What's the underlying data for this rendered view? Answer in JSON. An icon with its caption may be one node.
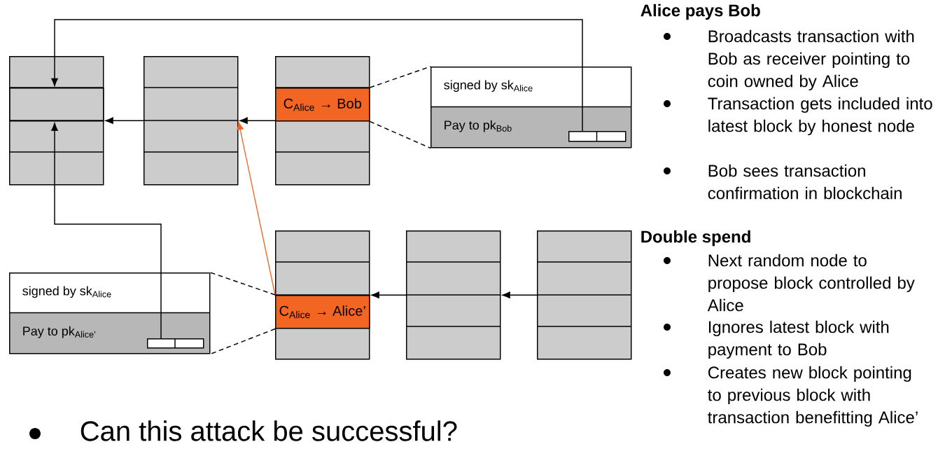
{
  "diagram": {
    "nodes": [
      {
        "text": [],
        "shape": "box"
      },
      {
        "text": [],
        "shape": "box",
        "in": 0
      },
      {
        "text": [],
        "shape": "box"
      },
      {
        "text": [],
        "shape": "box"
      },
      {
        "text": [
          "C$_{Alice}$ → Bob"
        ],
        "in": 3
      },
      {
        "text": [
          "signed by sk$_{Alice}$",
          "Pay to pk$_{Bob}$"
        ]
      },
      {
        "text": [],
        "shape": "box",
        "in": 5
      },
      {
        "text": [
          "signed by sk$_{Alice}$",
          "Pay to pk$_{Alice’}$"
        ]
      },
      {
        "text": [],
        "shape": "box",
        "in": 7
      },
      {
        "text": [],
        "shape": "box"
      },
      {
        "text": [
          "C$_{Alice}$ → Alice’"
        ],
        "in": 9
      },
      {
        "text": [],
        "shape": "box"
      },
      {
        "text": [],
        "shape": "box"
      }
    ],
    "edges": [
      {
        "from": 3,
        "to": 2,
        "arrow": "to"
      },
      {
        "from": 2,
        "to": 0,
        "arrow": "to"
      },
      {
        "from": 10,
        "to": 2,
        "arrow": "to",
        "color": "#f26522"
      },
      {
        "from": 11,
        "to": 9,
        "arrow": "to"
      },
      {
        "from": 12,
        "to": 11,
        "arrow": "to"
      },
      {
        "from": 6,
        "to": 1,
        "arrow": "to"
      },
      {
        "from": 8,
        "to": 1,
        "arrow": "to"
      },
      {
        "from": 4,
        "to": 5,
        "arrow": "none",
        "style": "dashed"
      },
      {
        "from": 4,
        "to": 5,
        "arrow": "none",
        "style": "dashed"
      },
      {
        "from": 10,
        "to": 7,
        "arrow": "none",
        "style": "dashed"
      },
      {
        "from": 10,
        "to": 7,
        "arrow": "none",
        "style": "dashed"
      }
    ],
    "labels": [
      "Alice pays Bob",
      "Broadcasts transaction with Bob as receiver pointing to coin owned by Alice",
      "Transaction gets included into latest block by honest node",
      "Bob sees transaction confirmation in blockchain",
      "Double spend",
      "Next random node to propose block controlled by Alice",
      "Ignores latest block with payment to Bob",
      "Creates new block pointing to previous block with transaction benefitting Alice’",
      "Can this attack be successful?"
    ]
  }
}
